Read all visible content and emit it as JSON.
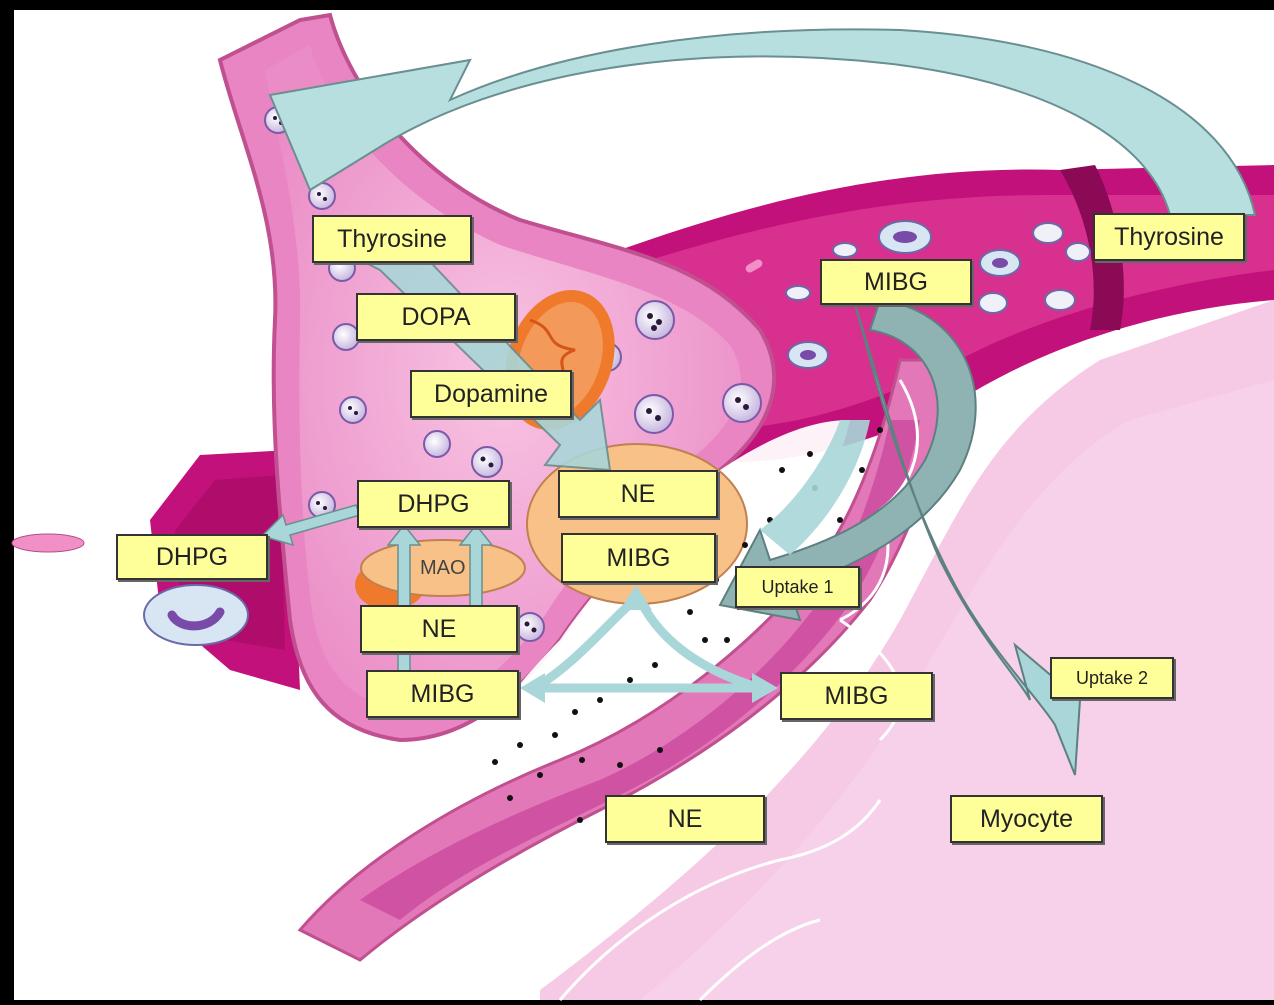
{
  "labels": {
    "thyrosine_neuron": "Thyrosine",
    "thyrosine_blood": "Thyrosine",
    "dopa": "DOPA",
    "dopamine": "Dopamine",
    "ne_vesicle": "NE",
    "mibg_vesicle": "MIBG",
    "mibg_blood": "MIBG",
    "dhpg_inner": "DHPG",
    "dhpg_outer": "DHPG",
    "mac": "MAO",
    "ne_cytosol": "NE",
    "mibg_cytosol": "MIBG",
    "uptake1": "Uptake 1",
    "uptake2": "Uptake 2",
    "mibg_cleft": "MIBG",
    "ne_cleft": "NE",
    "myocyte": "Myocyte"
  },
  "colors": {
    "neuron_pink": "#ea8cc6",
    "neuron_light": "#f6bde0",
    "vessel_magenta": "#c2117a",
    "vessel_dark": "#8b0a55",
    "myocyte_pink": "#f2a9d4",
    "arrow_teal": "#a9d6d8",
    "arrow_dark_teal": "#8fb3b3",
    "label_yellow": "#ffff99",
    "vesicle_orange": "#f8c188",
    "mitochondria_orange": "#f07a2c"
  }
}
